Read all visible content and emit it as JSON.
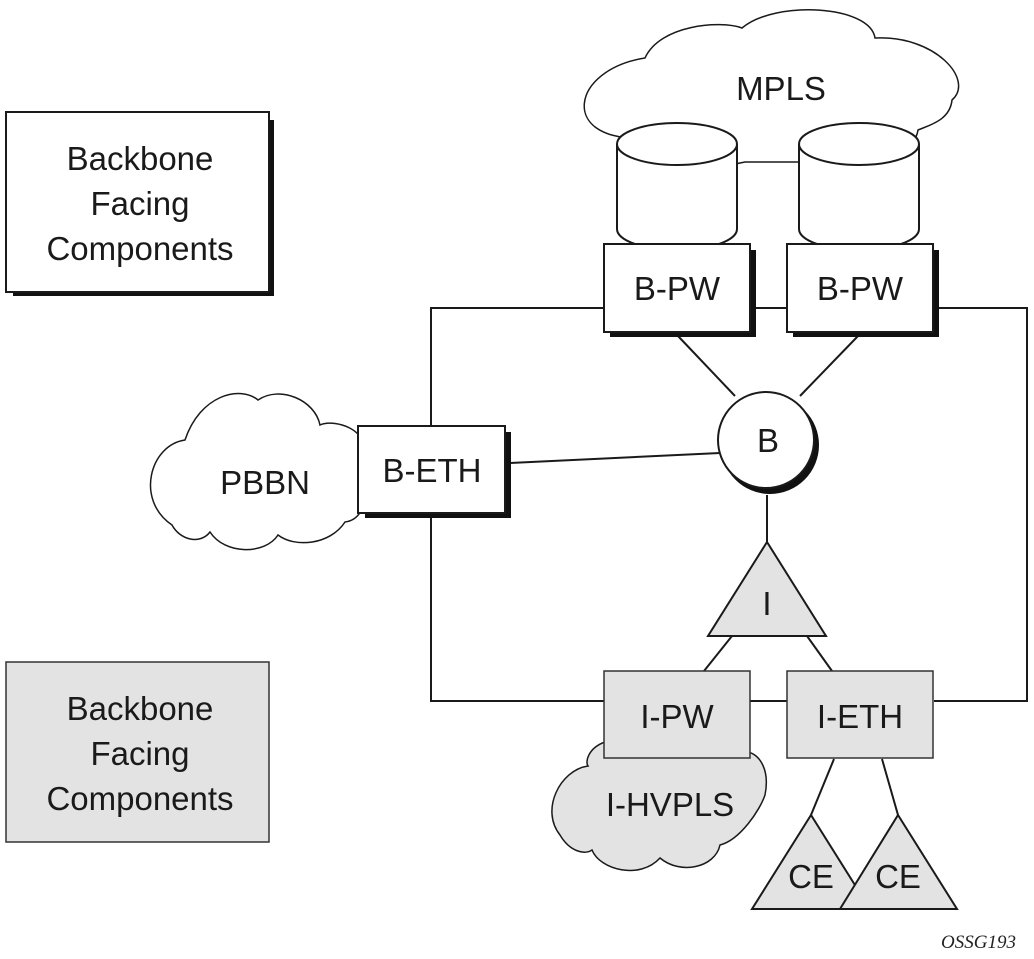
{
  "legend": {
    "white_box": {
      "lines": [
        "Backbone",
        "Facing",
        "Components"
      ],
      "fill": "#ffffff"
    },
    "gray_box": {
      "lines": [
        "Backbone",
        "Facing",
        "Components"
      ],
      "fill": "#e3e3e3"
    }
  },
  "clouds": {
    "mpls": {
      "label": "MPLS",
      "fill": "#ffffff"
    },
    "pbbn": {
      "label": "PBBN",
      "fill": "#ffffff"
    },
    "ihvpls": {
      "label": "I-HVPLS",
      "fill": "#e3e3e3"
    }
  },
  "components": {
    "bpw_left": {
      "label": "B-PW"
    },
    "bpw_right": {
      "label": "B-PW"
    },
    "beth": {
      "label": "B-ETH"
    },
    "b_node": {
      "label": "B"
    },
    "i_node": {
      "label": "I"
    },
    "ipw": {
      "label": "I-PW"
    },
    "ieth": {
      "label": "I-ETH"
    },
    "ce_left": {
      "label": "CE"
    },
    "ce_right": {
      "label": "CE"
    }
  },
  "figure_id": "OSSG193",
  "colors": {
    "stroke": "#1a1a1a",
    "shadow": "#111111",
    "gray_fill": "#e3e3e3",
    "white_fill": "#ffffff"
  }
}
